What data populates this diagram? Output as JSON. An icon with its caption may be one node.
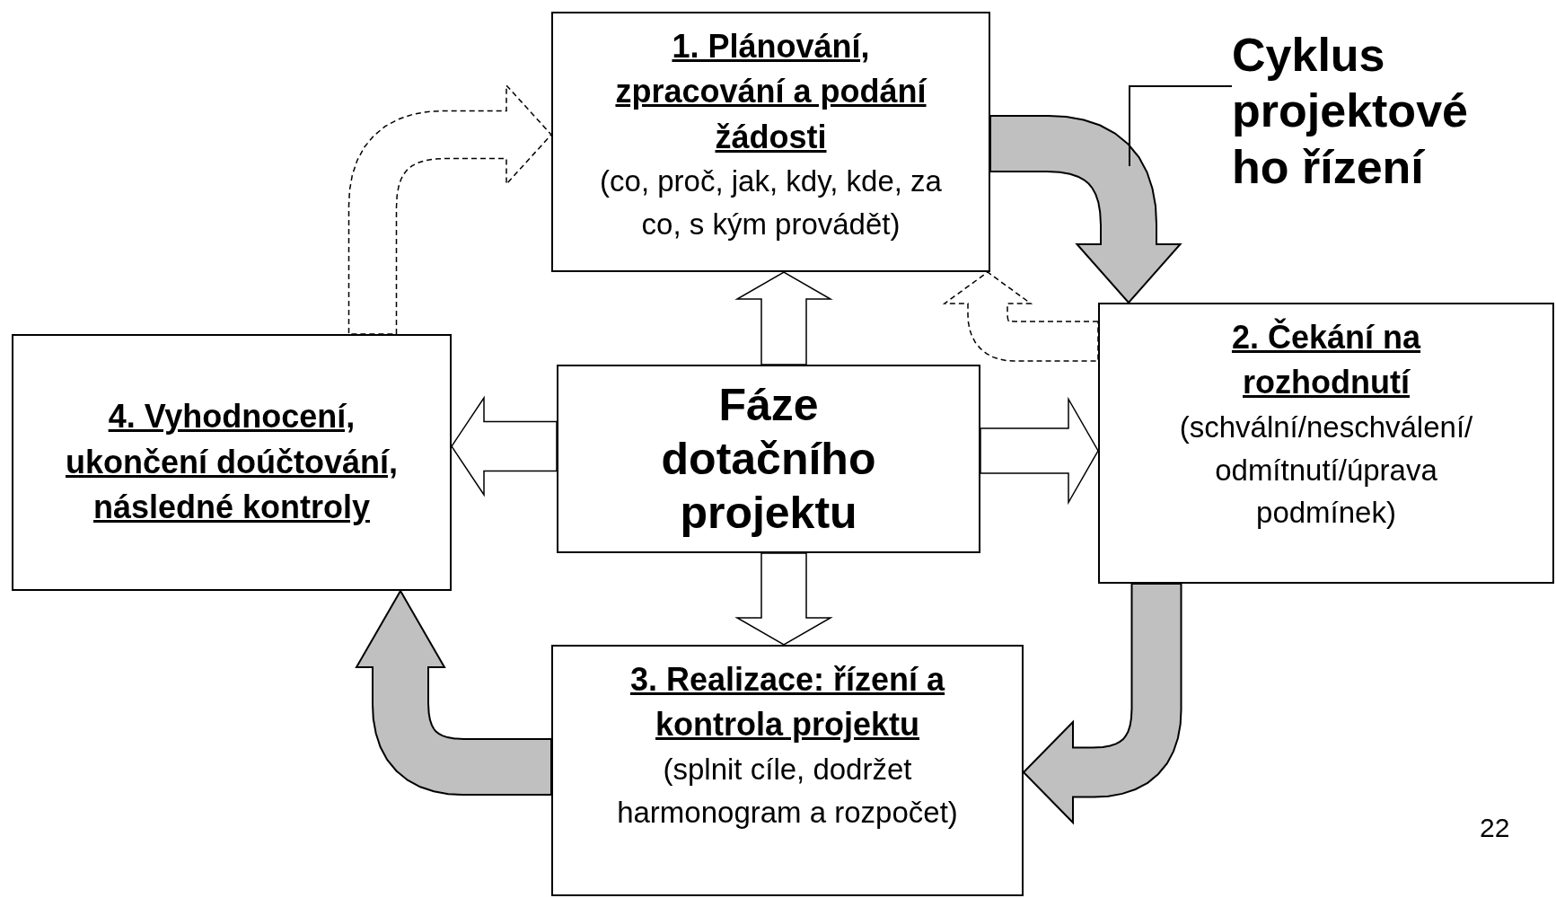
{
  "diagram": {
    "nodes": [
      {
        "text": [
          "1. Plánování, zpracování a podání žádosti",
          "(co, proč, jak, kdy, kde, za co, s kým provádět)"
        ]
      },
      {
        "text": [
          "2. Čekání na  rozhodnutí",
          "(schvální/neschválení/ odmítnutí/úprava podmínek)"
        ]
      },
      {
        "text": [
          "3. Realizace: řízení a kontrola projektu",
          "(splnit cíle, dodržet harmonogram a rozpočet)"
        ]
      },
      {
        "text": [
          "4. Vyhodnocení, ukončení doúčtování, následné kontroly"
        ]
      },
      {
        "text": [
          "Fáze dotačního projektu"
        ]
      },
      {
        "text": [
          "Cyklus projektové ho řízení"
        ]
      }
    ],
    "edges": [
      {
        "from": 4,
        "to": 0,
        "arrow": "to"
      },
      {
        "from": 4,
        "to": 1,
        "arrow": "to"
      },
      {
        "from": 4,
        "to": 2,
        "arrow": "to"
      },
      {
        "from": 4,
        "to": 3,
        "arrow": "to"
      },
      {
        "from": 0,
        "to": 1,
        "arrow": "to",
        "style": "thick",
        "color": "#c0c0c0"
      },
      {
        "from": 1,
        "to": 2,
        "arrow": "to",
        "style": "thick",
        "color": "#c0c0c0"
      },
      {
        "from": 2,
        "to": 3,
        "arrow": "to",
        "style": "thick",
        "color": "#c0c0c0"
      },
      {
        "from": 3,
        "to": 0,
        "arrow": "to",
        "style": "dashed"
      },
      {
        "from": 1,
        "to": 0,
        "arrow": "to",
        "style": "dashed"
      },
      {
        "from": 5,
        "to": null,
        "arrow": "none"
      }
    ],
    "labels": [
      "22"
    ]
  }
}
